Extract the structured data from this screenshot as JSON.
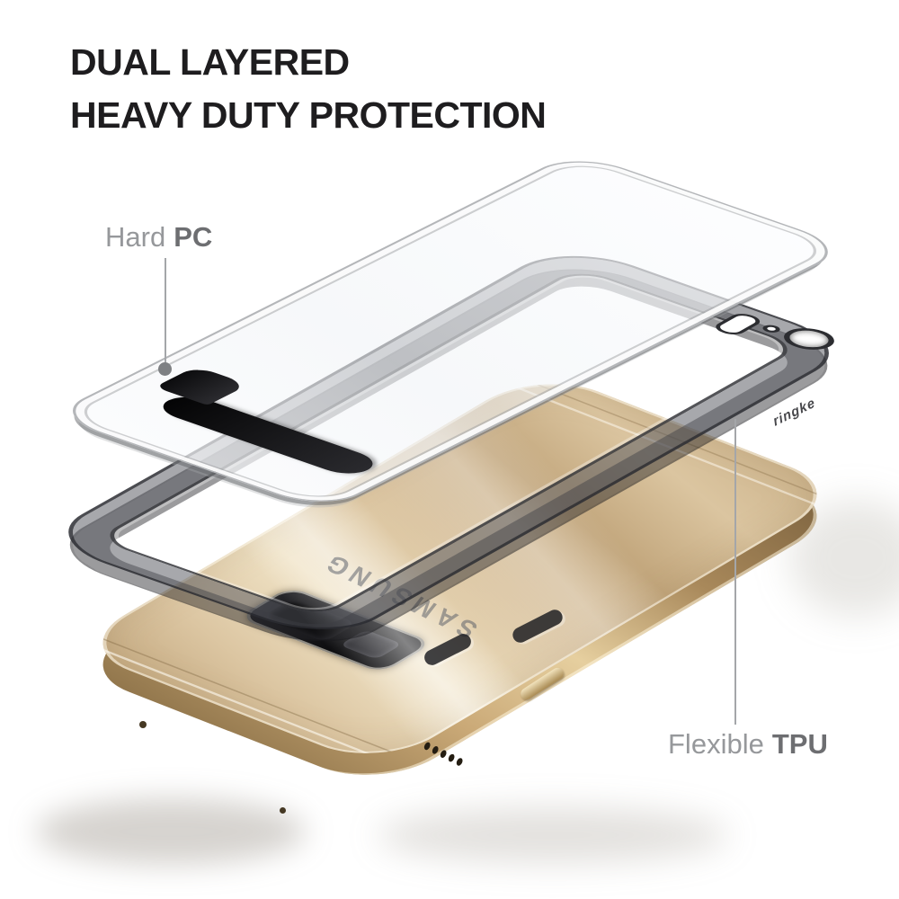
{
  "background_color": "#ffffff",
  "headline": {
    "line1": "DUAL LAYERED",
    "line2": "HEAVY DUTY PROTECTION",
    "color": "#1e1d1f"
  },
  "callouts": {
    "hard_pc": {
      "prefix": "Hard",
      "emphasis": "PC"
    },
    "flexible_tpu": {
      "prefix": "Flexible",
      "emphasis": "TPU"
    },
    "prefix_color": "#96989b",
    "emphasis_color": "#6d6e71",
    "leader_color": "#a4a6a9",
    "dot_color": "#7e8083"
  },
  "phone": {
    "brand": "SAMSUNG",
    "body_color": "#d8c09b",
    "edge_color": "#a98d60",
    "camera_color": "#17171a"
  },
  "case": {
    "engraving": "ringke",
    "bumper_color": "rgba(86,88,95,0.52)",
    "panel_edge_color": "#b4b6b9"
  }
}
